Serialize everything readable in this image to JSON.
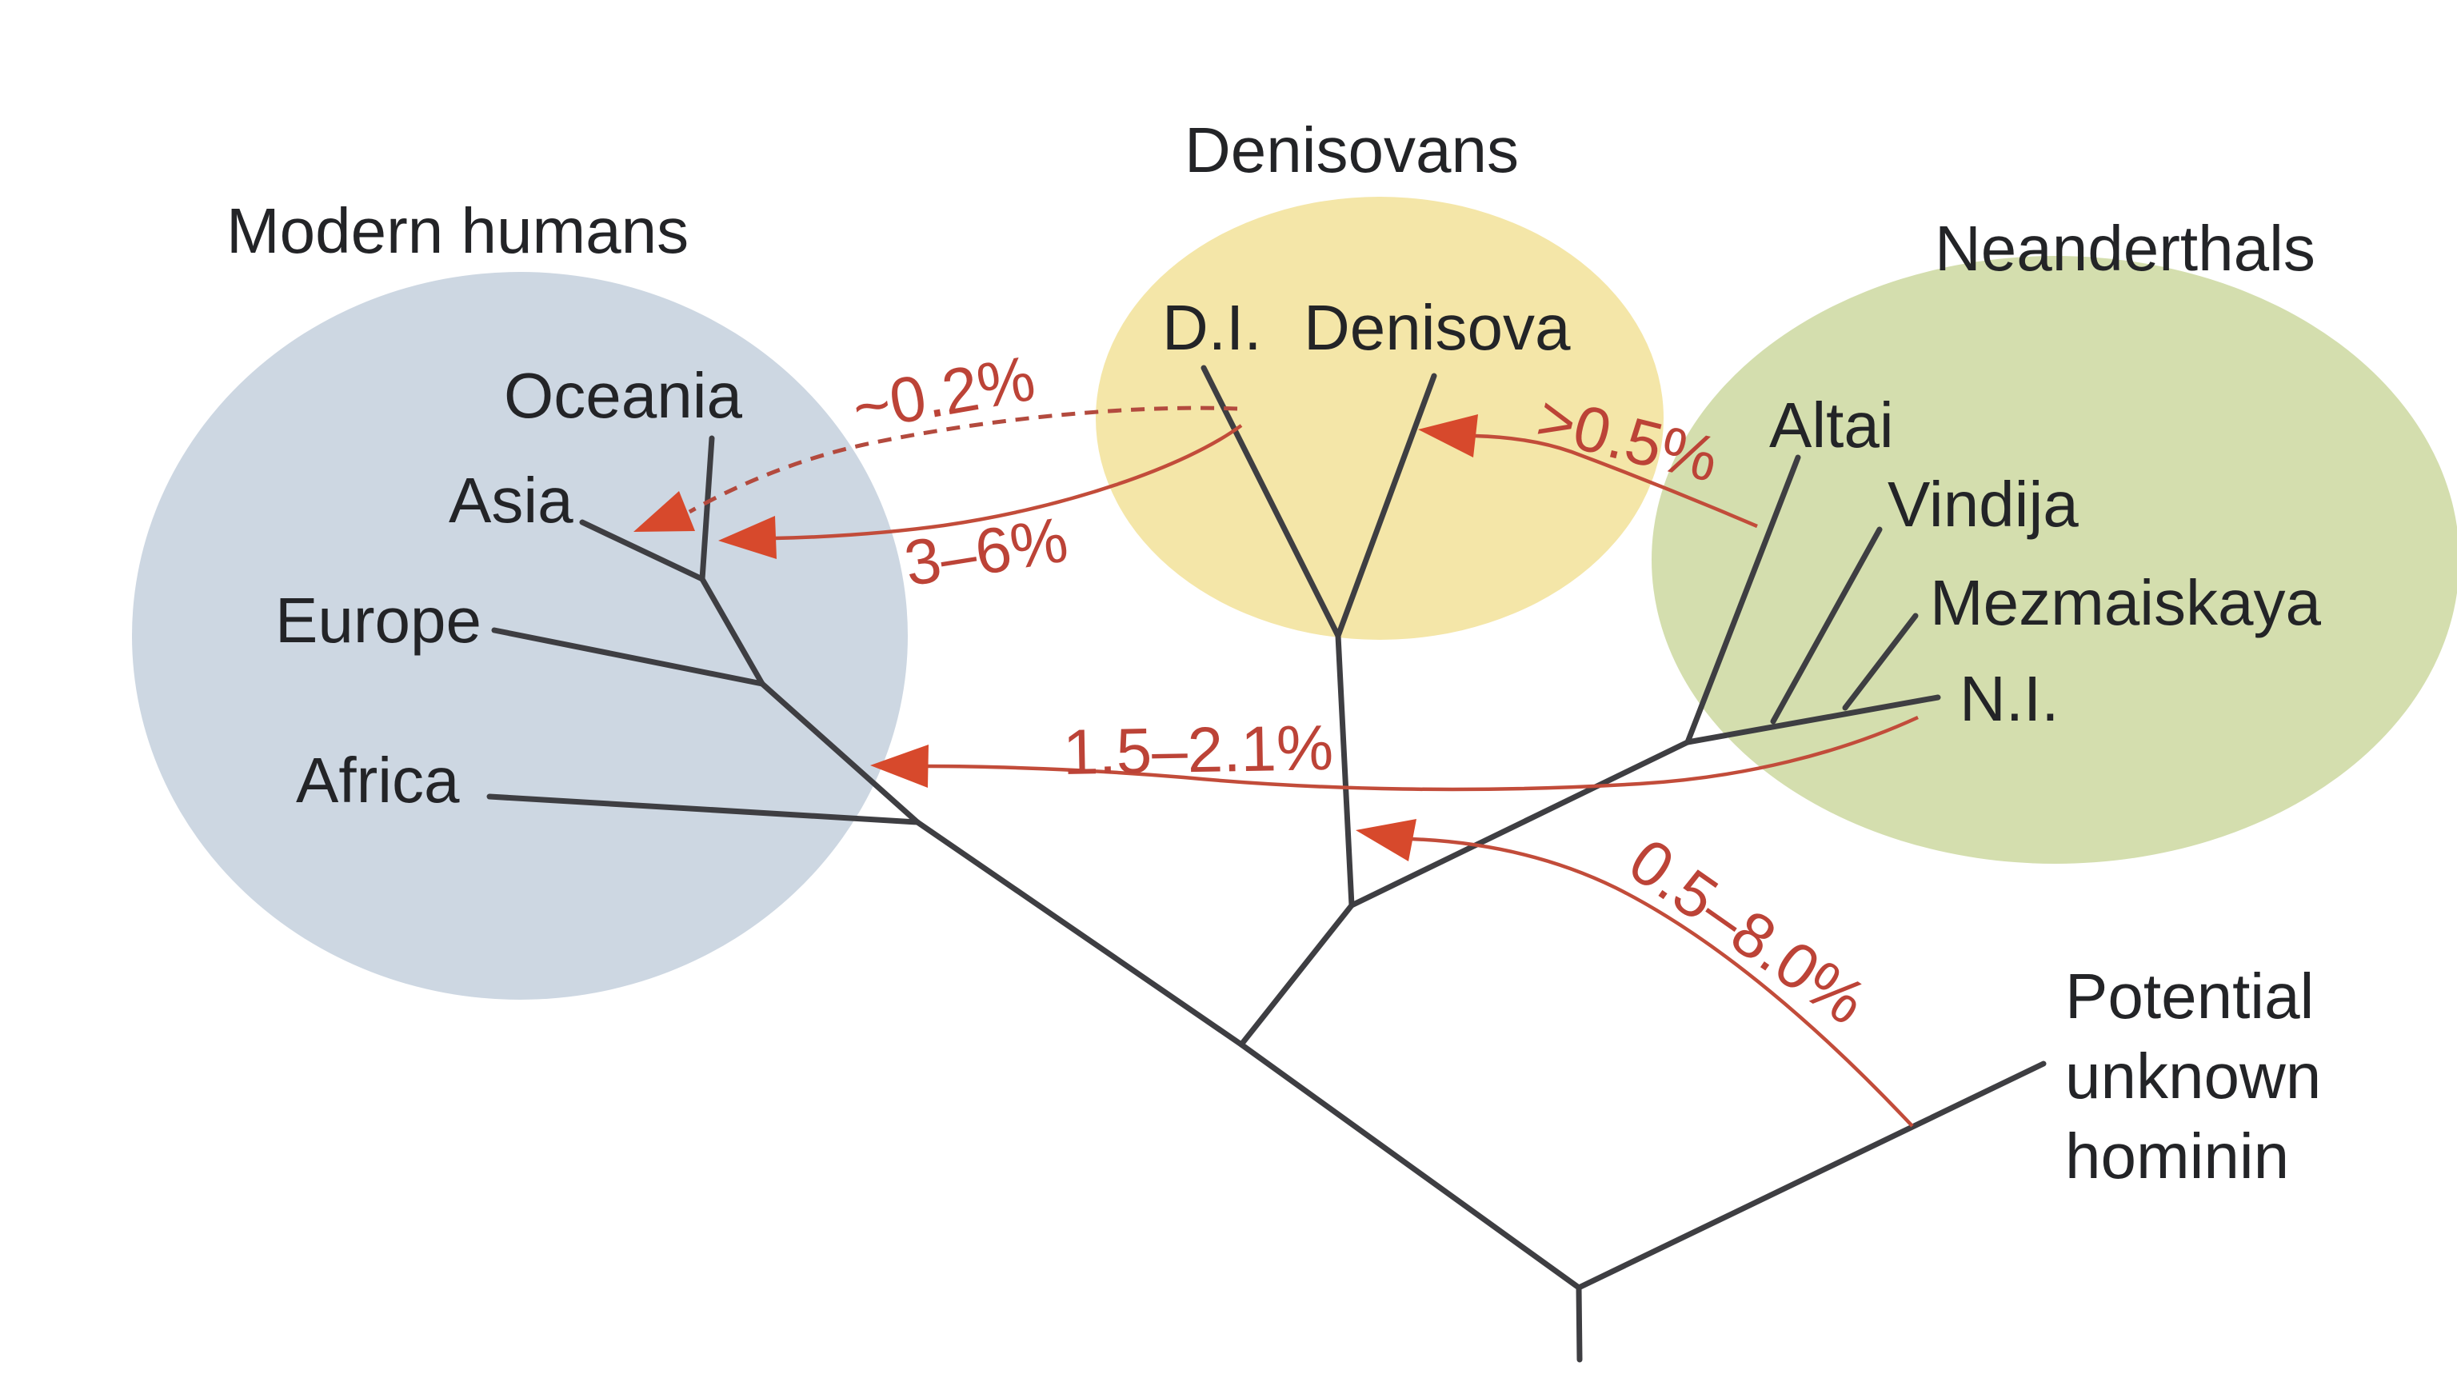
{
  "figure": {
    "type": "phylogenetic tree with admixture arrows",
    "background_color": "#ffffff",
    "tree_line_color": "#3e3e42",
    "arrow_color": "#d7492c",
    "red_line_color": "#c24c3a",
    "red_text_color": "#bc4337",
    "black_text_color": "#232427"
  },
  "groups": {
    "modern_humans": {
      "title": "Modern humans",
      "color": "#cdd7e2"
    },
    "denisovans": {
      "title": "Denisovans",
      "color": "#f4e6a8"
    },
    "neanderthals": {
      "title": "Neanderthals",
      "color": "#d4deae"
    }
  },
  "taxa": {
    "oceania": "Oceania",
    "asia": "Asia",
    "europe": "Europe",
    "africa": "Africa",
    "di": "D.I.",
    "denisova": "Denisova",
    "altai": "Altai",
    "vindija": "Vindija",
    "mezmaiskaya": "Mezmaiskaya",
    "ni": "N.I.",
    "unknown_hominin": "Potential\nunknown\nhominin"
  },
  "gene_flow": {
    "denisovan_to_oceania": "~0.2%",
    "denisovan_to_asia": "3–6%",
    "neanderthal_to_denisovan": ">0.5%",
    "neanderthal_to_modern_humans": "1.5–2.1%",
    "unknown_hominin_to_denisovan": "0.5–8.0%"
  }
}
